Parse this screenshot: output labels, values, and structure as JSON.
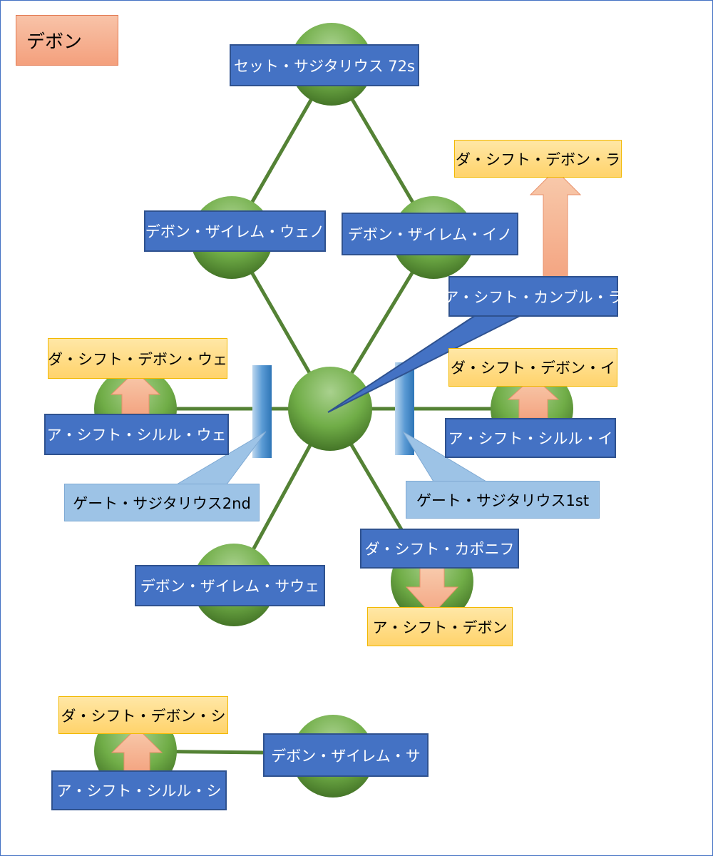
{
  "title": "デボン",
  "nodes": {
    "top": "セット・サジタリウス 72s",
    "upper_left": "デボン・ザイレム・ウェノ",
    "upper_right": "デボン・ザイレム・イノ",
    "lower_left": "デボン・ザイレム・サウェ",
    "bottom_standalone": "デボン・ザイレム・サ",
    "left": "ア・シフト・シルル・ウェ",
    "right": "ア・シフト・シルル・イ",
    "bottom_left": "ア・シフト・シルル・シ",
    "lower_right": "ダ・シフト・カポニフ"
  },
  "callouts": {
    "kanburu": "ア・シフト・カンブル・ラ",
    "gate_2nd": "ゲート・サジタリウス2nd",
    "gate_1st": "ゲート・サジタリウス1st"
  },
  "shift_labels": {
    "top_right": "ダ・シフト・デボン・ラ",
    "left": "ダ・シフト・デボン・ウェ",
    "right": "ダ・シフト・デボン・イ",
    "bottom_left": "ダ・シフト・デボン・シ",
    "kaponifu_target": "ア・シフト・デボン"
  },
  "colors": {
    "node_box": "#4472c4",
    "shift_box": "#ffd966",
    "gate_box": "#9dc3e6",
    "edge": "#548235",
    "sphere": "#70ad47",
    "arrow": "#f4a582",
    "title_box": "#f4b183"
  }
}
